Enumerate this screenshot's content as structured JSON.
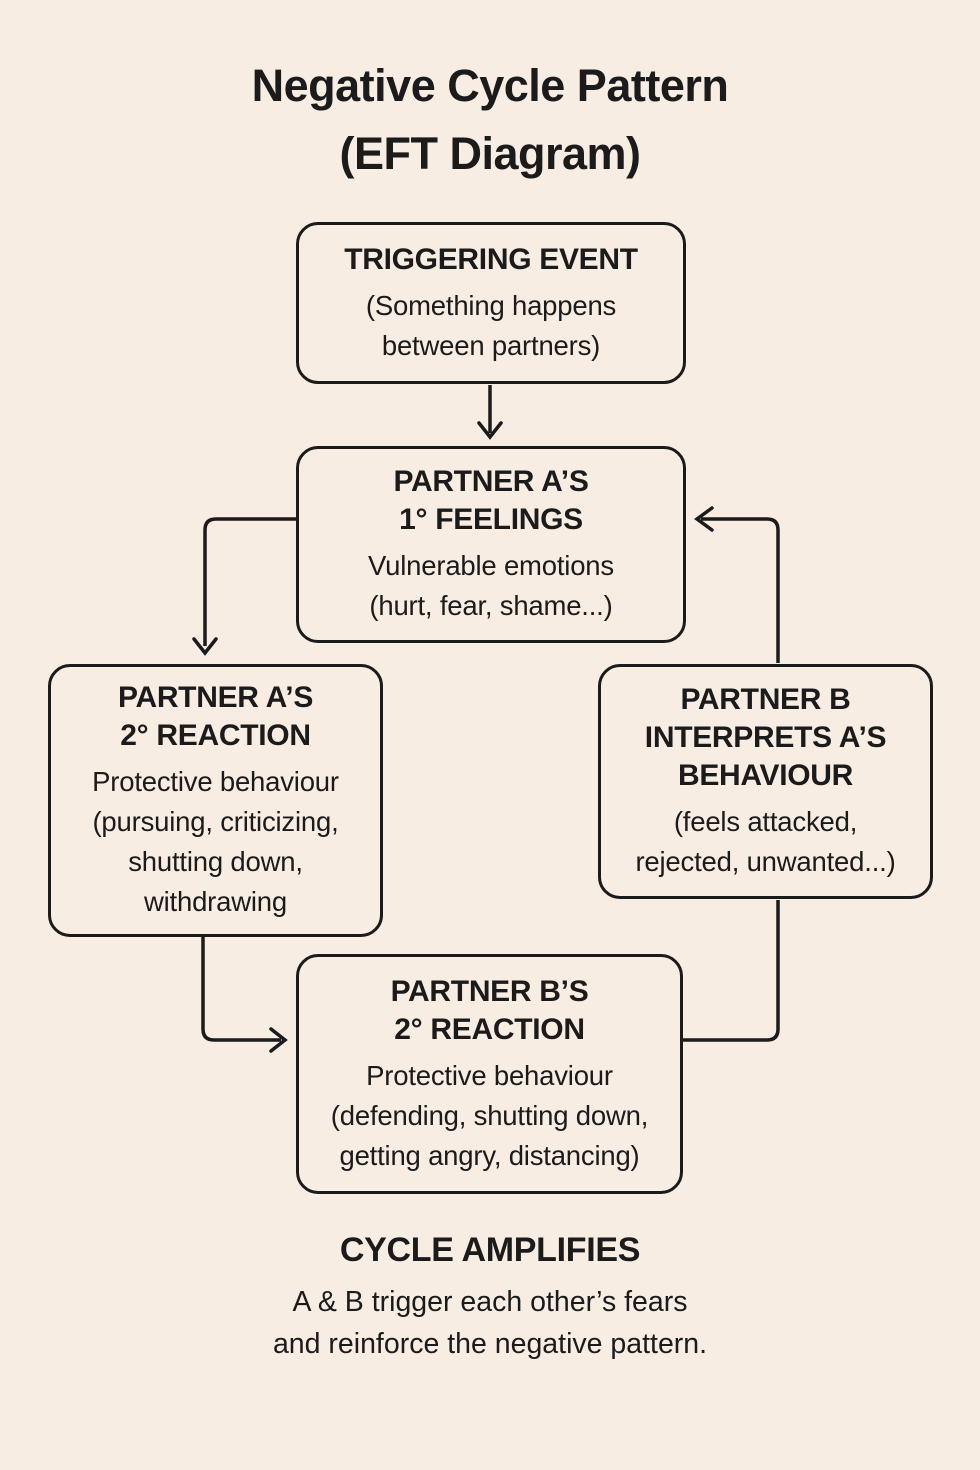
{
  "theme": {
    "bg": "#f8ede3",
    "ink": "#1b1b1b"
  },
  "title": {
    "text": "Negative Cycle Pattern\n(EFT Diagram)"
  },
  "nodes": {
    "trigger": {
      "heading": "TRIGGERING EVENT",
      "body": "(Something happens\nbetween partners)"
    },
    "feelings": {
      "heading": "PARTNER A’S\n1° FEELINGS",
      "body": "Vulnerable emotions\n(hurt, fear, shame...)"
    },
    "a_reaction": {
      "heading": "PARTNER A’S\n2° REACTION",
      "body": "Protective behaviour\n(pursuing, criticizing,\nshutting down,\nwithdrawing"
    },
    "b_interprets": {
      "heading": "PARTNER B\nINTERPRETS A’S\nBEHAVIOUR",
      "body": "(feels attacked,\nrejected, unwanted...)"
    },
    "b_reaction": {
      "heading": "PARTNER B’S\n2° REACTION",
      "body": "Protective behaviour\n(defending, shutting down,\ngetting angry, distancing)"
    }
  },
  "footer": {
    "heading": "CYCLE AMPLIFIES",
    "body": "A & B trigger each other’s fears\nand reinforce the negative pattern."
  },
  "arrows": [
    {
      "name": "trigger-to-feelings"
    },
    {
      "name": "feelings-to-a-reaction"
    },
    {
      "name": "a-reaction-to-b-reaction"
    },
    {
      "name": "b-reaction-to-b-interprets"
    },
    {
      "name": "b-interprets-to-feelings"
    }
  ]
}
